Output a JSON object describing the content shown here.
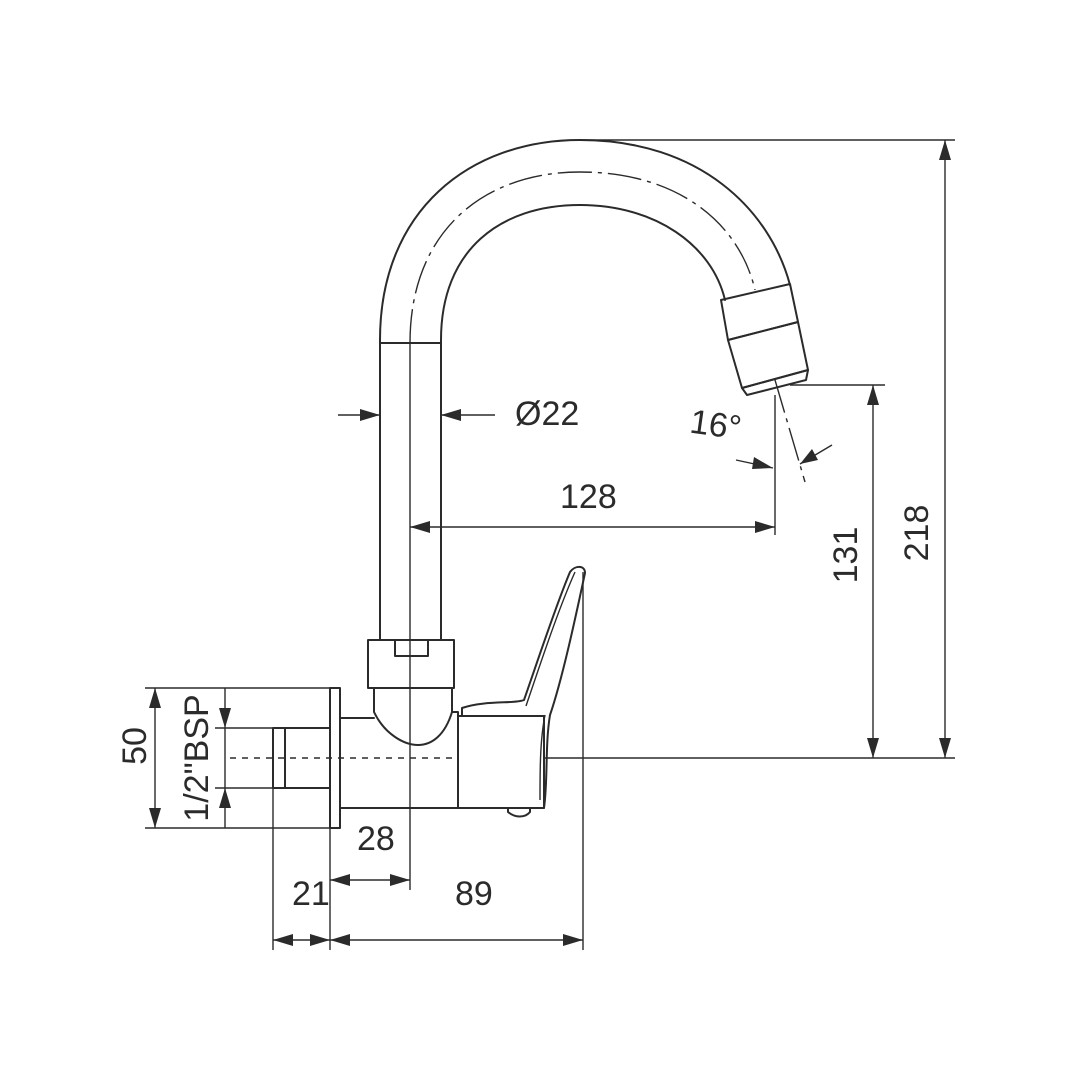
{
  "colors": {
    "line": "#2b2b2b",
    "background": "#ffffff"
  },
  "dimensions": {
    "pipe_diameter": "Ø22",
    "spout_angle": "16°",
    "spout_reach": "128",
    "outlet_height": "131",
    "total_height": "218",
    "inlet_height": "50",
    "thread": "1/2\"BSP",
    "wall_to_axis": "28",
    "inlet_length": "21",
    "body_depth": "89"
  }
}
